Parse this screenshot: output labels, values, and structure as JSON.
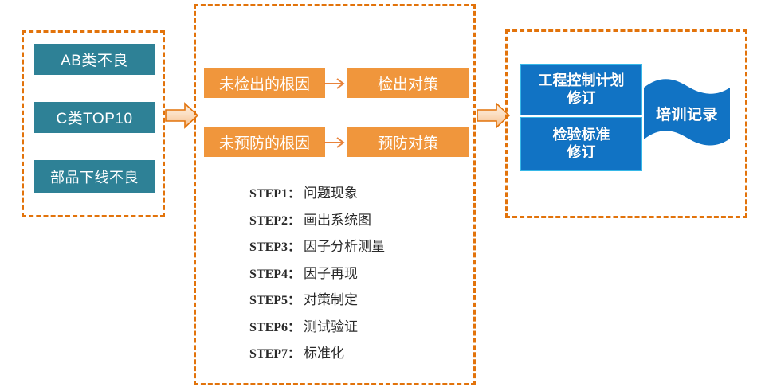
{
  "diagram": {
    "groups": {
      "input": {
        "name": "input-group"
      },
      "process": {
        "name": "process-group"
      },
      "output": {
        "name": "output-group"
      }
    },
    "input_items": [
      {
        "label": "AB类不良"
      },
      {
        "label": "C类TOP10"
      },
      {
        "label": "部品下线不良"
      }
    ],
    "process_rows": [
      {
        "cause": "未检出的根因",
        "action": "检出对策"
      },
      {
        "cause": "未预防的根因",
        "action": "预防对策"
      }
    ],
    "steps": [
      {
        "key": "STEP1：",
        "value": "问题现象"
      },
      {
        "key": "STEP2：",
        "value": "画出系统图"
      },
      {
        "key": "STEP3：",
        "value": "因子分析测量"
      },
      {
        "key": "STEP4：",
        "value": "因子再现"
      },
      {
        "key": "STEP5：",
        "value": "对策制定"
      },
      {
        "key": "STEP6：",
        "value": "测试验证"
      },
      {
        "key": "STEP7：",
        "value": "标准化"
      }
    ],
    "output_items": [
      {
        "line1": "工程控制计划",
        "line2": "修订"
      },
      {
        "line1": "检验标准",
        "line2": "修订"
      }
    ],
    "banner": {
      "label": "培训记录"
    },
    "icons": {
      "block_arrow": "block-right-arrow-icon",
      "thin_arrow": "thin-right-arrow-icon",
      "flag": "wavy-flag-icon"
    },
    "colors": {
      "dashed_border": "#E2730B",
      "teal_box": "#2E8196",
      "orange_box": "#F0963C",
      "blue_box": "#1173C4",
      "blue_box_border": "#37B8E8",
      "banner_blue": "#1173C4",
      "arrow_fill_light": "#FDEBD8",
      "arrow_fill_dark": "#F7C79B",
      "arrow_stroke": "#E2730B",
      "thin_arrow_stroke": "#E8833B",
      "text_white": "#FFFFFF",
      "text_dark": "#2A2A2A"
    }
  }
}
